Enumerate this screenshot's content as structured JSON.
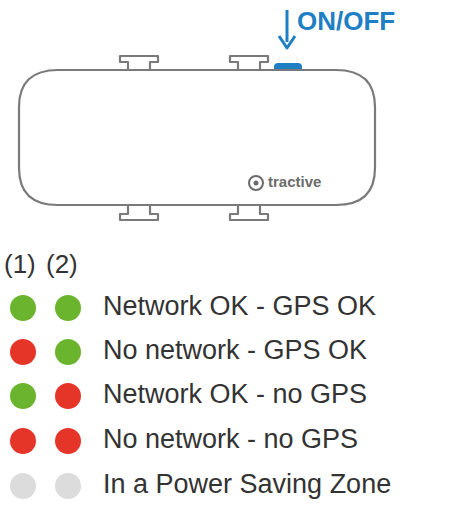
{
  "diagram": {
    "nodes": [
      {
        "text": [
          "tractive"
        ]
      }
    ],
    "labels": [
      "ON/OFF",
      "(1)",
      "(2)"
    ],
    "legend": [
      {
        "text": "Network OK - GPS OK"
      },
      {
        "text": "No network - GPS OK"
      },
      {
        "text": "Network OK - no GPS"
      },
      {
        "text": "No network - no GPS"
      },
      {
        "text": "In a Power Saving Zone"
      }
    ]
  }
}
